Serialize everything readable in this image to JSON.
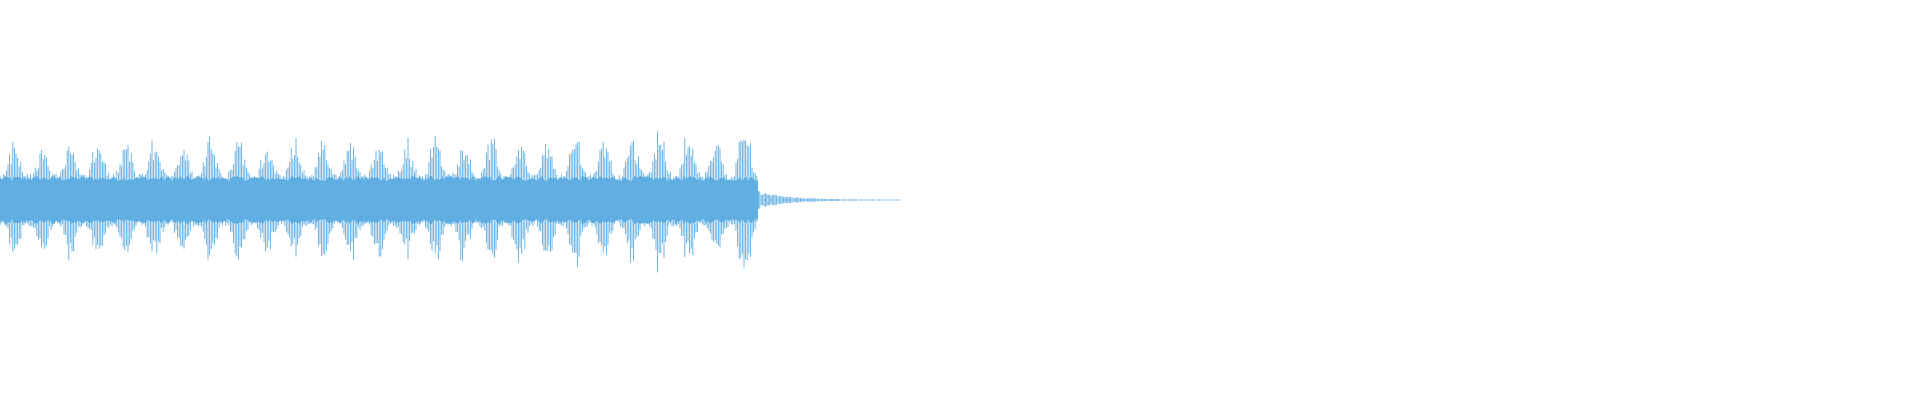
{
  "waveform": {
    "color": "#5DADE2",
    "background": "#ffffff",
    "duration_fraction_with_signal": 0.47,
    "envelope": {
      "base_level": 0.22,
      "peak_level": 0.5,
      "decay_start_fraction": 0.395,
      "beat_count": 27,
      "beat_peaks": [
        0.32,
        0.3,
        0.33,
        0.34,
        0.31,
        0.33,
        0.32,
        0.38,
        0.36,
        0.33,
        0.32,
        0.34,
        0.35,
        0.33,
        0.32,
        0.36,
        0.35,
        0.34,
        0.36,
        0.33,
        0.37,
        0.36,
        0.38,
        0.4,
        0.38,
        0.33,
        0.5
      ]
    }
  }
}
